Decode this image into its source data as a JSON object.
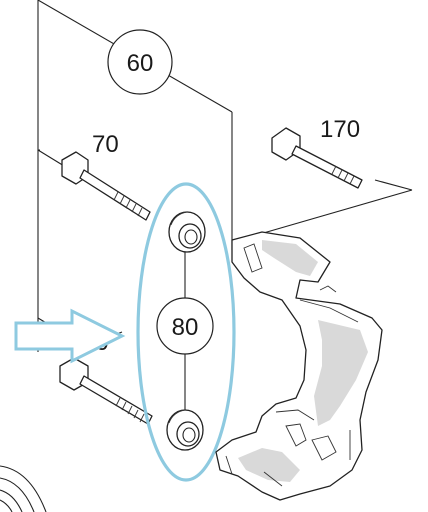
{
  "callouts": {
    "c60": "60",
    "c70_top": "70",
    "c170": "170",
    "c80": "80",
    "c70_bottom": "70"
  },
  "colors": {
    "highlight_ellipse": "#8ecae0",
    "arrow_outline": "#8ecae0",
    "line": "#222222"
  },
  "icons": {
    "arrow": "right-arrow-outline-icon"
  }
}
